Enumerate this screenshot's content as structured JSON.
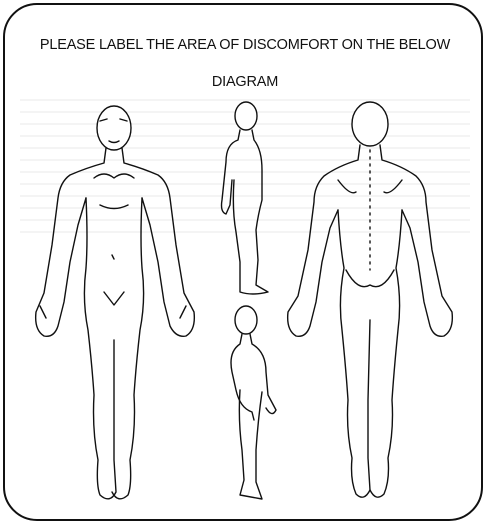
{
  "instruction": {
    "line1": "PLEASE LABEL THE AREA OF DISCOMFORT ON THE BELOW",
    "line2": "DIAGRAM"
  },
  "figures": [
    {
      "view": "front"
    },
    {
      "view": "side-right"
    },
    {
      "view": "side-left"
    },
    {
      "view": "back"
    }
  ]
}
